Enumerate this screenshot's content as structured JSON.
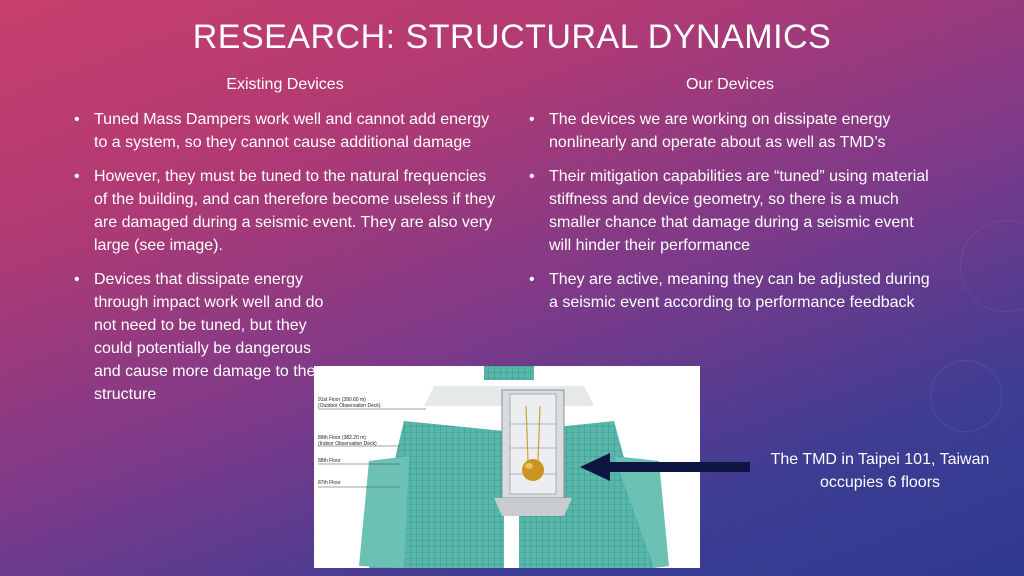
{
  "slide": {
    "title": "RESEARCH: STRUCTURAL DYNAMICS",
    "left": {
      "heading": "Existing Devices",
      "bullets": [
        "Tuned Mass Dampers work well and cannot add energy to a system, so they cannot cause additional damage",
        "However, they must be tuned to the natural frequencies of the building, and can therefore become useless if they are damaged during a seismic event. They are also very large (see image).",
        "Devices that dissipate energy through impact work well and do not need to be tuned, but they could potentially be dangerous and cause more damage to the structure"
      ]
    },
    "right": {
      "heading": "Our Devices",
      "bullets": [
        "The devices we are working on dissipate energy nonlinearly and operate about as well as TMD’s",
        "Their mitigation capabilities are “tuned” using material stiffness and device geometry, so there is a much smaller chance that damage during a seismic event will hinder their performance",
        "They are active, meaning they can be adjusted during a seismic event according to performance feedback"
      ]
    },
    "image_labels": [
      "91st Floor (390.60 m)",
      "(Outdoor Observation Deck)",
      "89th Floor (382.20 m)",
      "(Indoor Observation Deck)",
      "88th Floor",
      "87th Floor"
    ],
    "caption": "The TMD in Taipei 101, Taiwan occupies 6 floors",
    "colors": {
      "text": "#ffffff",
      "arrow": "#0d1640",
      "building": "#4fb3a8"
    }
  }
}
